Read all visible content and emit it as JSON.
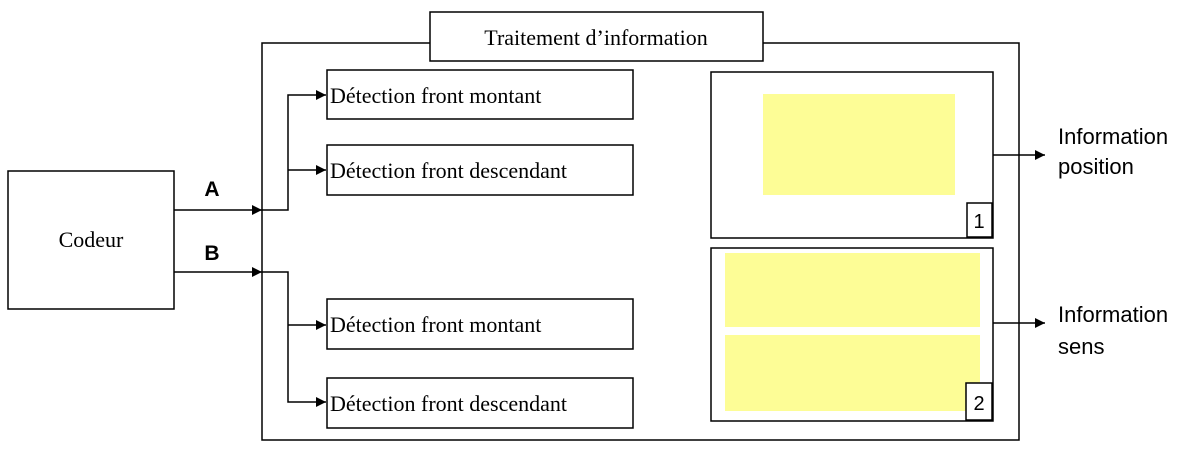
{
  "title": "Traitement d’information",
  "encoder": {
    "label": "Codeur"
  },
  "signals": {
    "a": "A",
    "b": "B"
  },
  "detectors": [
    {
      "label": "Détection front montant"
    },
    {
      "label": "Détection front descendant"
    },
    {
      "label": "Détection front montant"
    },
    {
      "label": "Détection front descendant"
    }
  ],
  "blocks": [
    {
      "number": "1"
    },
    {
      "number": "2"
    }
  ],
  "outputs": {
    "position": {
      "line1": "Information",
      "line2": "position"
    },
    "sens": {
      "line1": "Information",
      "line2": "sens"
    }
  },
  "colors": {
    "line": "#000000",
    "highlight": "#fdfd96",
    "background": "#ffffff"
  }
}
